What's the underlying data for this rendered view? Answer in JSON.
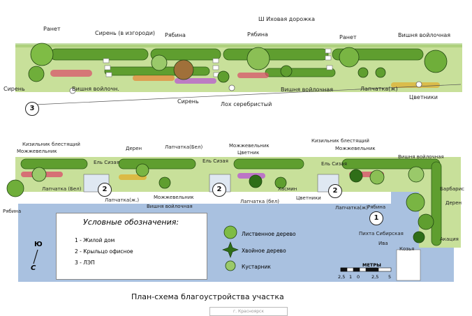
{
  "labels_top": {
    "ranet_left": "Ранет",
    "siren_hedge": "Сирень (в изгороди)",
    "ryabina_1": "Рябина",
    "ryabina_2": "Рябина",
    "path": "Ш Иховая дорожка",
    "ranet_right": "Ранет",
    "vishnya_right": "Вишня войлочная",
    "siren_left": "Сирень",
    "vishnya_left": "Вишня войлочн.",
    "siren_mid": "Сирень",
    "loh": "Лох серебристый",
    "vishnya_mid": "Вишня войлочная",
    "lapchatka": "Лапчатка(ж)",
    "cvetniki": "Цветники"
  },
  "labels_bottom": {
    "kizilnik_left": "Кизильник блестящий",
    "mozhzh_left": "Можжевельник",
    "deren_left": "Дерен",
    "lapchatka_bel_top": "Лапчатка(Бел)",
    "mozhzh_mid": "Можжевельник",
    "cvetnik_mid": "Цветник",
    "el_1": "Ель Сизая",
    "el_2": "Ель Сизая",
    "el_3": "Ель Сизая",
    "kizilnik_right": "Кизильник блестящий",
    "mozhzh_right": "Можжевельник",
    "vishnya_right": "Вишня войлочная",
    "lapchatka_bel_left": "Лапчатка (Бел)",
    "ryabina_left": "Рябина",
    "lapchatka_zh": "Лапчатка(ж.)",
    "mozhzh_low": "Можжевельник",
    "vishnya_low": "Вишня войлочная",
    "hasmin": "Хасмин",
    "lapchatka_bel_mid": "Лапчатка (бел)",
    "cvetniki": "Цветники",
    "lapchatka_zh_right": "Лапчатка(ж)",
    "ryabina_right": "Рябина",
    "barbaris": "Барбарис",
    "deren_right": "Дерен",
    "pihta": "Пихта Сибирская",
    "iva": "Ива",
    "kozya": "Козья",
    "akaciya": "Акация"
  },
  "markers": {
    "n3": "3",
    "n2a": "2",
    "n2b": "2",
    "n2c": "2",
    "n1": "1"
  },
  "legend": {
    "title": "Условные обозначения:",
    "items": [
      "1 - Жилой дом",
      "2 - Крыльцо офисное",
      "3 - ЛЭП"
    ],
    "icons": [
      {
        "label": "Лиственное дерево",
        "icon": "deciduous-tree-icon"
      },
      {
        "label": "Хвойное дерево",
        "icon": "conifer-tree-icon"
      },
      {
        "label": "Кустарник",
        "icon": "shrub-icon"
      }
    ]
  },
  "compass": {
    "north": "Ю",
    "south": "С"
  },
  "scale": {
    "title": "МЕТРЫ",
    "marks": [
      "2,5",
      "1",
      "0",
      "2,5",
      "5"
    ]
  },
  "caption": "План-схема благоустройства участка",
  "stamp": "г. Красноярск",
  "colors": {
    "lawn": "#b9d98a",
    "hedge": "#5f9e2f",
    "paving": "#9fb8da",
    "flowers": "#d9546b"
  }
}
